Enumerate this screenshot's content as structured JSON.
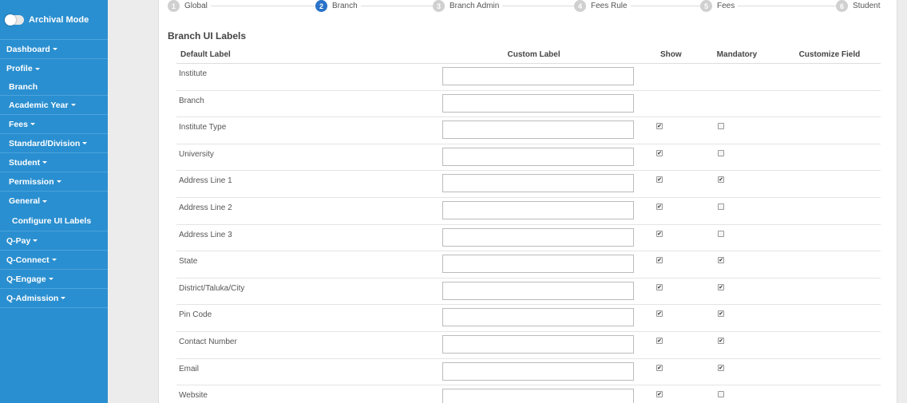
{
  "sidebar": {
    "archival_label": "Archival Mode",
    "items": [
      {
        "label": "Dashboard",
        "caret": true
      },
      {
        "label": "Profile",
        "caret": true
      },
      {
        "label": "Branch",
        "caret": false
      },
      {
        "label": "Academic Year",
        "caret": true
      },
      {
        "label": "Fees",
        "caret": true
      },
      {
        "label": "Standard/Division",
        "caret": true
      },
      {
        "label": "Student",
        "caret": true
      },
      {
        "label": "Permission",
        "caret": true
      },
      {
        "label": "General",
        "caret": true
      },
      {
        "label": "Configure UI Labels",
        "caret": false
      },
      {
        "label": "Q-Pay",
        "caret": true
      },
      {
        "label": "Q-Connect",
        "caret": true
      },
      {
        "label": "Q-Engage",
        "caret": true
      },
      {
        "label": "Q-Admission",
        "caret": true
      }
    ]
  },
  "stepper": {
    "steps": [
      {
        "num": "1",
        "label": "Global"
      },
      {
        "num": "2",
        "label": "Branch"
      },
      {
        "num": "3",
        "label": "Branch Admin"
      },
      {
        "num": "4",
        "label": "Fees Rule"
      },
      {
        "num": "5",
        "label": "Fees"
      },
      {
        "num": "6",
        "label": "Student"
      }
    ]
  },
  "section_title": "Branch UI Labels",
  "table": {
    "headers": [
      "Default Label",
      "Custom Label",
      "Show",
      "Mandatory",
      "Customize Field"
    ],
    "rows": [
      {
        "label": "Institute",
        "custom": "",
        "show": null,
        "mandatory": null
      },
      {
        "label": "Branch",
        "custom": "",
        "show": null,
        "mandatory": null
      },
      {
        "label": "Institute Type",
        "custom": "",
        "show": true,
        "mandatory": false
      },
      {
        "label": "University",
        "custom": "",
        "show": true,
        "mandatory": false
      },
      {
        "label": "Address Line 1",
        "custom": "",
        "show": true,
        "mandatory": true
      },
      {
        "label": "Address Line 2",
        "custom": "",
        "show": true,
        "mandatory": false
      },
      {
        "label": "Address Line 3",
        "custom": "",
        "show": true,
        "mandatory": false
      },
      {
        "label": "State",
        "custom": "",
        "show": true,
        "mandatory": true
      },
      {
        "label": "District/Taluka/City",
        "custom": "",
        "show": true,
        "mandatory": true
      },
      {
        "label": "Pin Code",
        "custom": "",
        "show": true,
        "mandatory": true
      },
      {
        "label": "Contact Number",
        "custom": "",
        "show": true,
        "mandatory": true
      },
      {
        "label": "Email",
        "custom": "",
        "show": true,
        "mandatory": true
      },
      {
        "label": "Website",
        "custom": "",
        "show": true,
        "mandatory": false
      }
    ]
  },
  "colors": {
    "sidebar": "#2a8fd0",
    "active_step": "#2a72c8"
  }
}
